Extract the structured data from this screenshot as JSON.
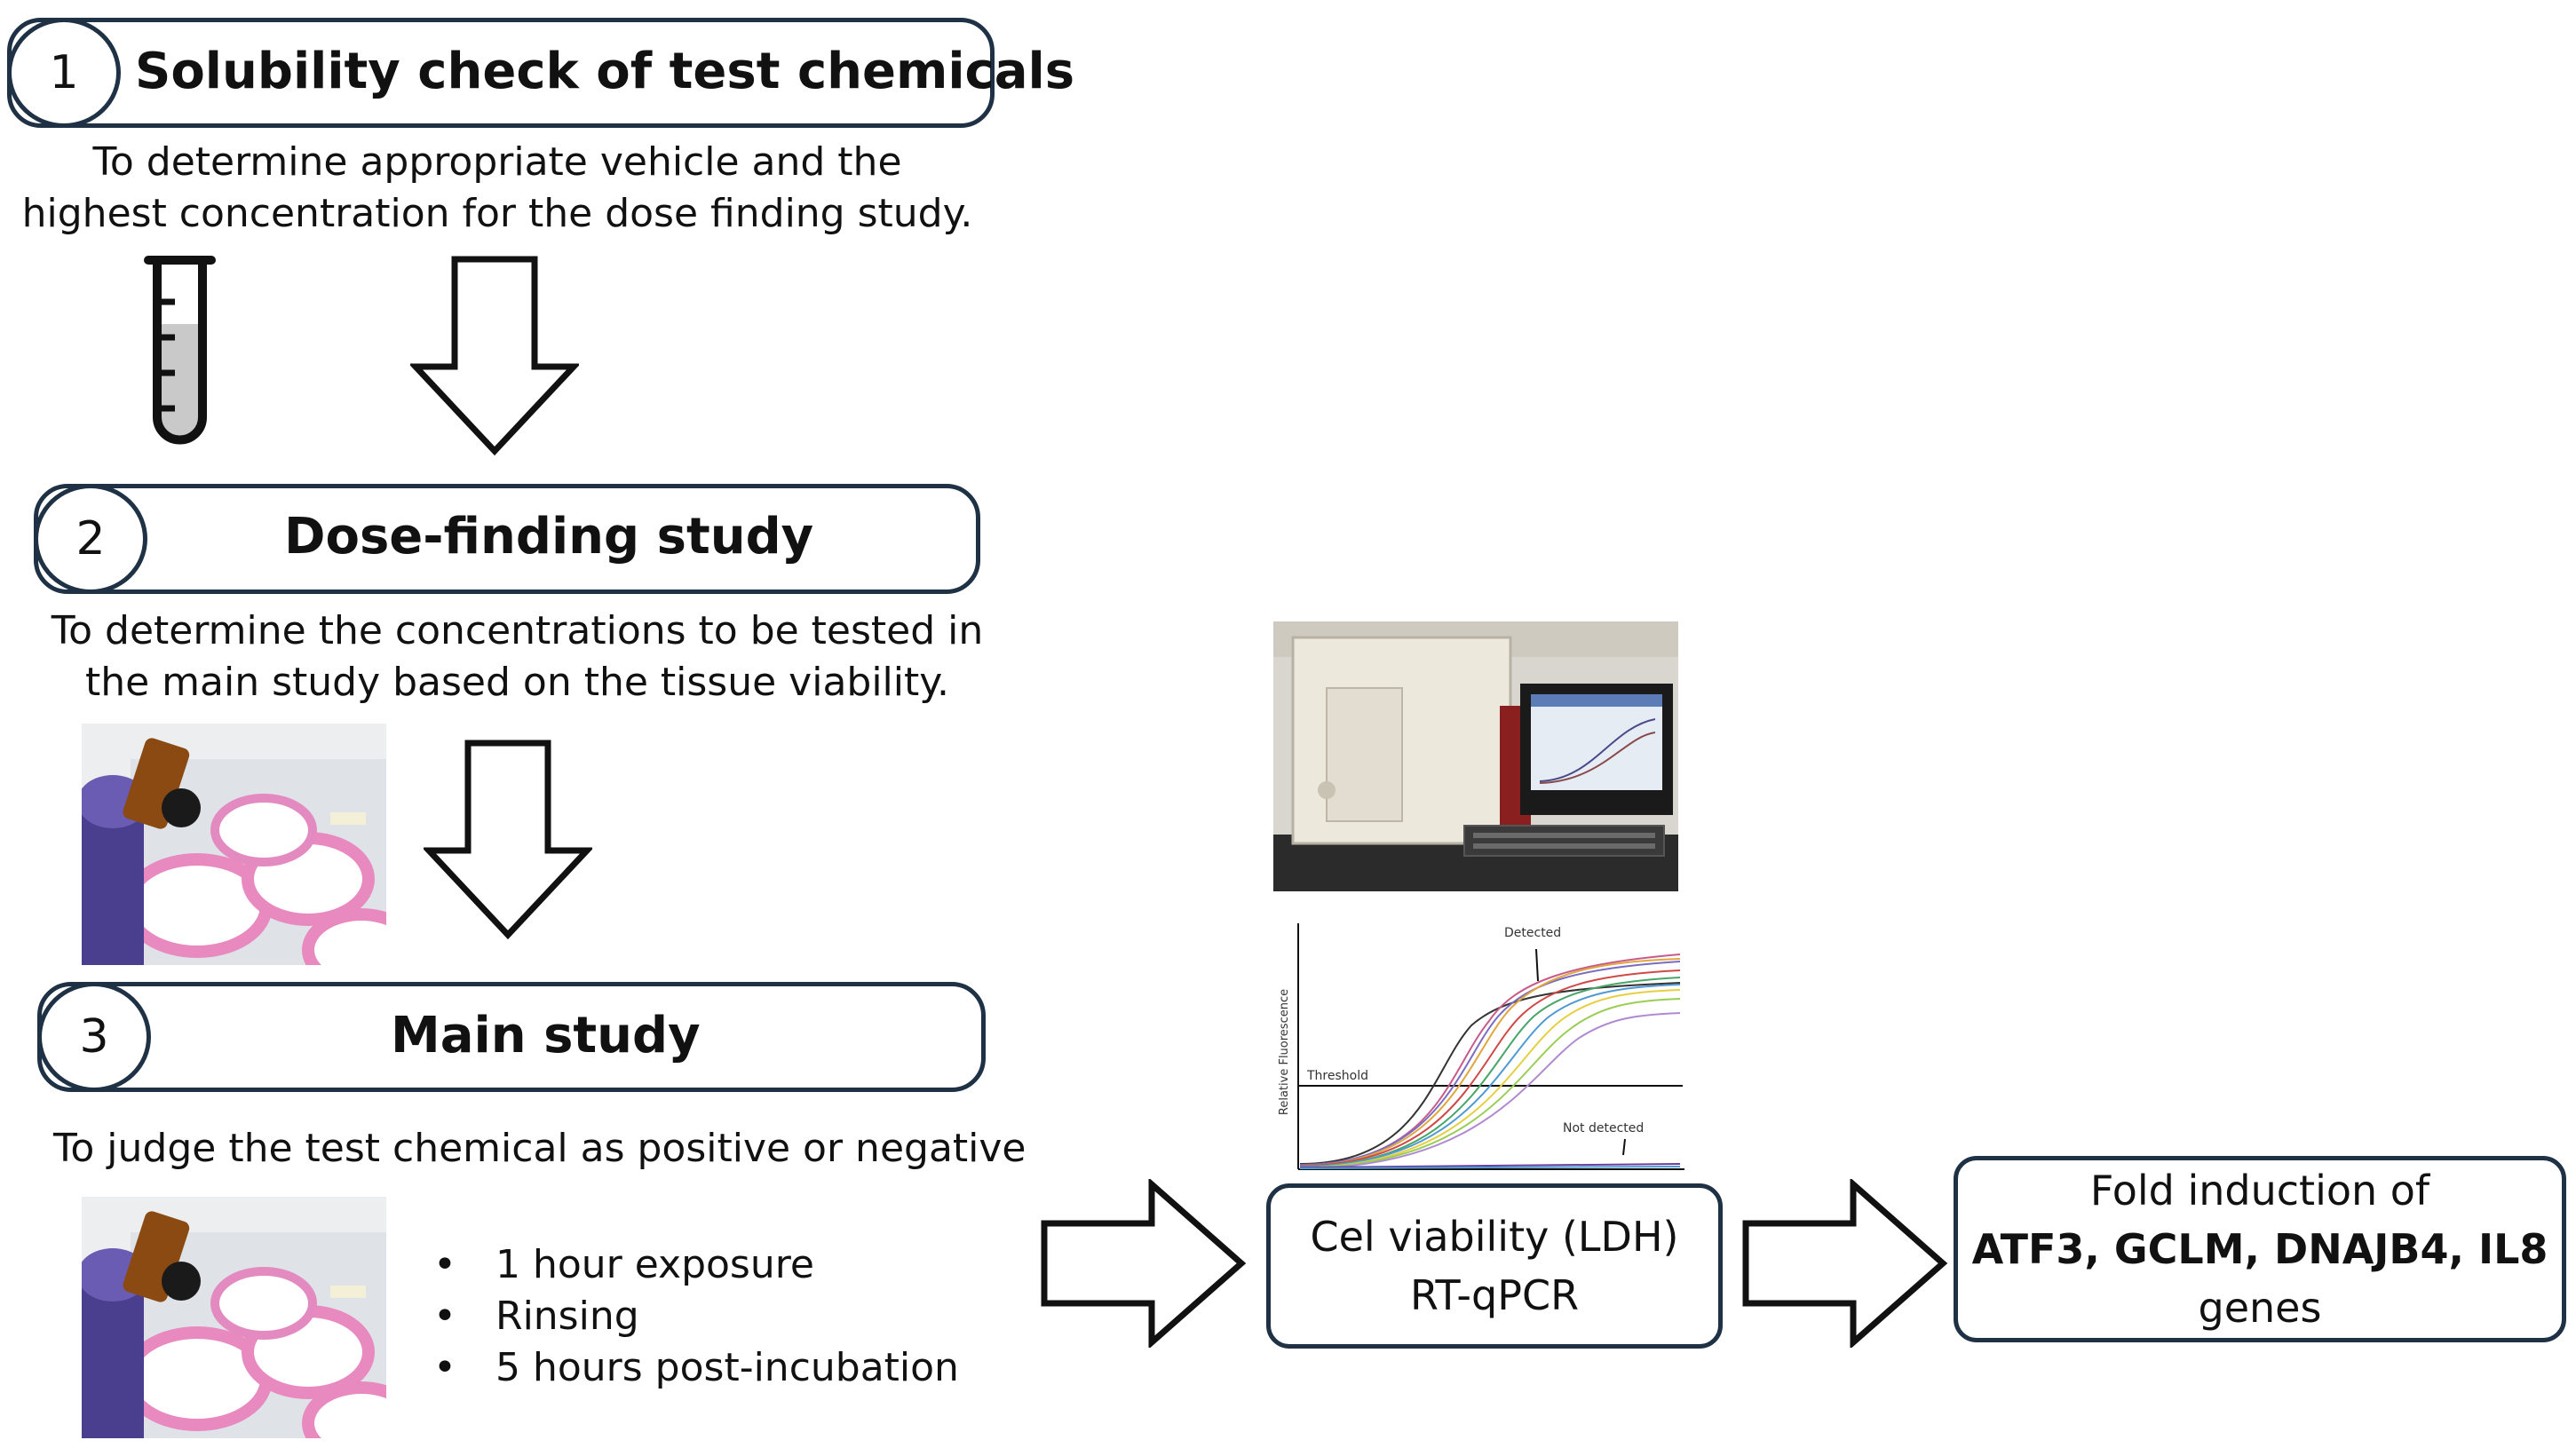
{
  "steps": [
    {
      "number": "1",
      "title": "Solubility check of test chemicals",
      "desc_lines": [
        "To determine appropriate vehicle and the",
        "highest concentration for the dose finding study."
      ]
    },
    {
      "number": "2",
      "title": "Dose-finding study",
      "desc_lines": [
        "To determine the concentrations to be tested in",
        "the main study based on the tissue viability."
      ]
    },
    {
      "number": "3",
      "title": "Main study",
      "desc_lines": [
        "To judge the test chemical as positive or negative"
      ]
    }
  ],
  "procedure": [
    "1 hour exposure",
    "Rinsing",
    "5 hours post-incubation"
  ],
  "assay_box": {
    "lines": [
      "Cel viability (LDH)",
      "RT-qPCR"
    ]
  },
  "result_box": {
    "line1": "Fold induction of",
    "genes": "ATF3, GCLM, DNAJB4, IL8",
    "line3": "genes"
  },
  "qpcr_plot": {
    "ylabel": "Relative Fluorescence",
    "threshold_label": "Threshold",
    "detected_label": "Detected",
    "not_detected_label": "Not detected"
  },
  "colors": {
    "outline": "#1f3144",
    "tube_fill": "#c9c9c9",
    "well_pink": "#e889c0"
  },
  "icons": [
    "test-tube-icon",
    "down-arrow-icon",
    "right-arrow-icon",
    "tissue-plate-photo",
    "qpcr-instrument-photo"
  ]
}
